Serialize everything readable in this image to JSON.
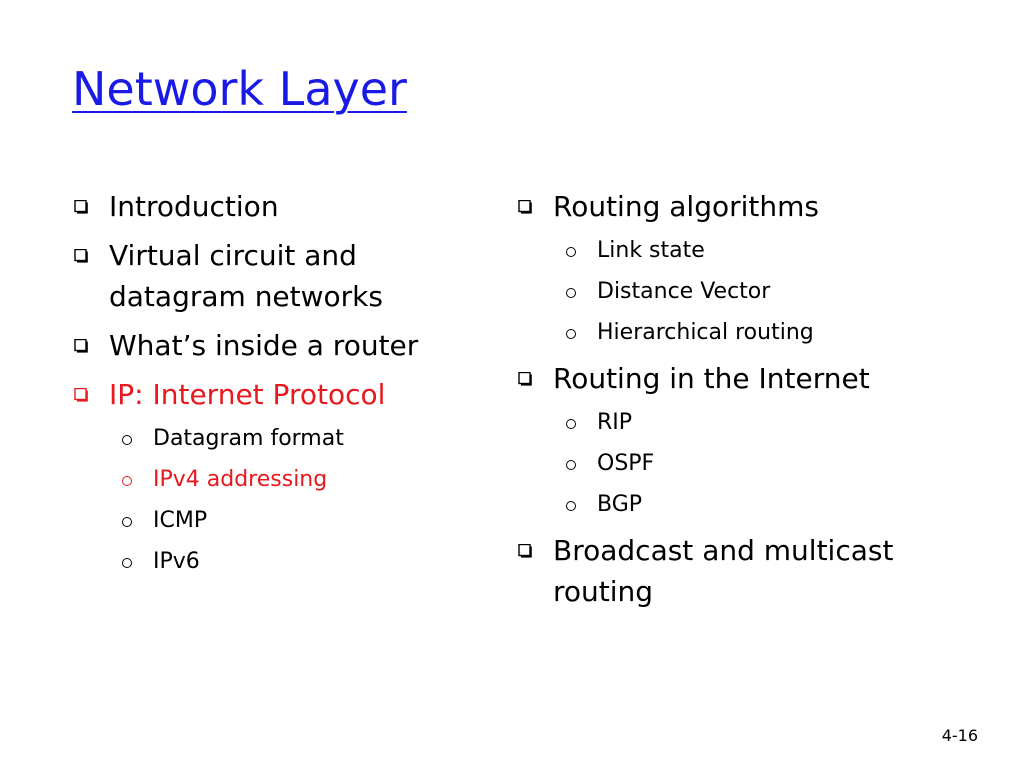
{
  "slide": {
    "title": "Network Layer",
    "page_number": "4-16",
    "colors": {
      "title": "#1a1ae6",
      "highlight": "#e6191e",
      "text": "#000000"
    },
    "left_column": {
      "items": [
        {
          "label": "Introduction"
        },
        {
          "label": "Virtual circuit and datagram networks"
        },
        {
          "label": "What’s inside a router"
        },
        {
          "label": "IP: Internet Protocol"
        }
      ],
      "ip_subitems": [
        {
          "label": "Datagram format"
        },
        {
          "label": "IPv4 addressing"
        },
        {
          "label": "ICMP"
        },
        {
          "label": "IPv6"
        }
      ]
    },
    "right_column": {
      "routing_algorithms": {
        "label": "Routing algorithms",
        "subitems": [
          {
            "label": "Link state"
          },
          {
            "label": "Distance Vector"
          },
          {
            "label": "Hierarchical routing"
          }
        ]
      },
      "routing_internet": {
        "label": "Routing in the Internet",
        "subitems": [
          {
            "label": "RIP"
          },
          {
            "label": "OSPF"
          },
          {
            "label": "BGP"
          }
        ]
      },
      "broadcast": {
        "label": "Broadcast and multicast routing"
      }
    }
  }
}
